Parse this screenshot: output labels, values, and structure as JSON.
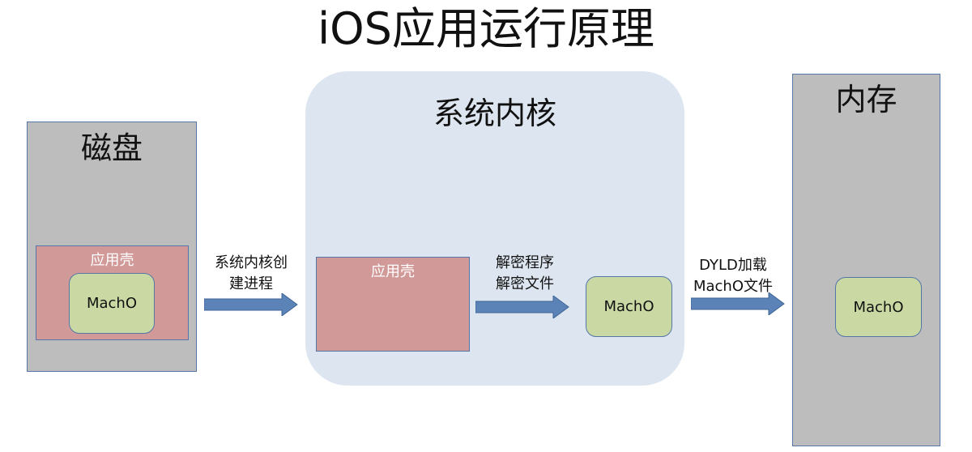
{
  "title": "iOS应用运行原理",
  "disk": {
    "title": "磁盘",
    "shell_label": "应用壳",
    "macho_label": "MachO"
  },
  "kernel": {
    "title": "系统内核",
    "shell_label": "应用壳",
    "macho_label": "MachO"
  },
  "memory": {
    "title": "内存",
    "macho_label": "MachO"
  },
  "arrows": [
    {
      "line1": "系统内核创",
      "line2": "建进程"
    },
    {
      "line1": "解密程序",
      "line2": "解密文件"
    },
    {
      "line1": "DYLD加载",
      "line2": "MachO文件"
    }
  ],
  "colors": {
    "container_gray": "#bdbdbd",
    "kernel_bg": "#dde6f0",
    "shell_pink": "#d19a98",
    "macho_green": "#cad9a4",
    "arrow_blue": "#5b83b8",
    "border_blue": "#5577a8"
  },
  "icons": [
    "arrow-right-icon"
  ]
}
